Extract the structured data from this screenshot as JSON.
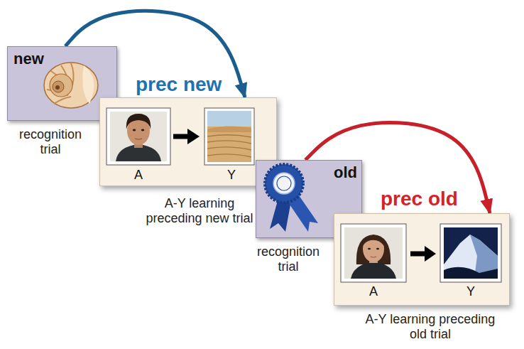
{
  "diagram": {
    "nodes": [
      {
        "text": [
          "new",
          "recognition trial"
        ]
      },
      {
        "text": [
          "prec new",
          "A-Y learning preceding new trial"
        ]
      },
      {
        "text": [
          "old",
          "recognition trial"
        ]
      },
      {
        "text": [
          "prec old",
          "A-Y learning preceding old trial"
        ]
      }
    ],
    "edges": [
      {
        "from": 0,
        "to": 1,
        "arrow": "to"
      },
      {
        "from": 2,
        "to": 3,
        "arrow": "to"
      }
    ],
    "labels": [
      "A",
      "Y",
      "A",
      "Y"
    ]
  }
}
